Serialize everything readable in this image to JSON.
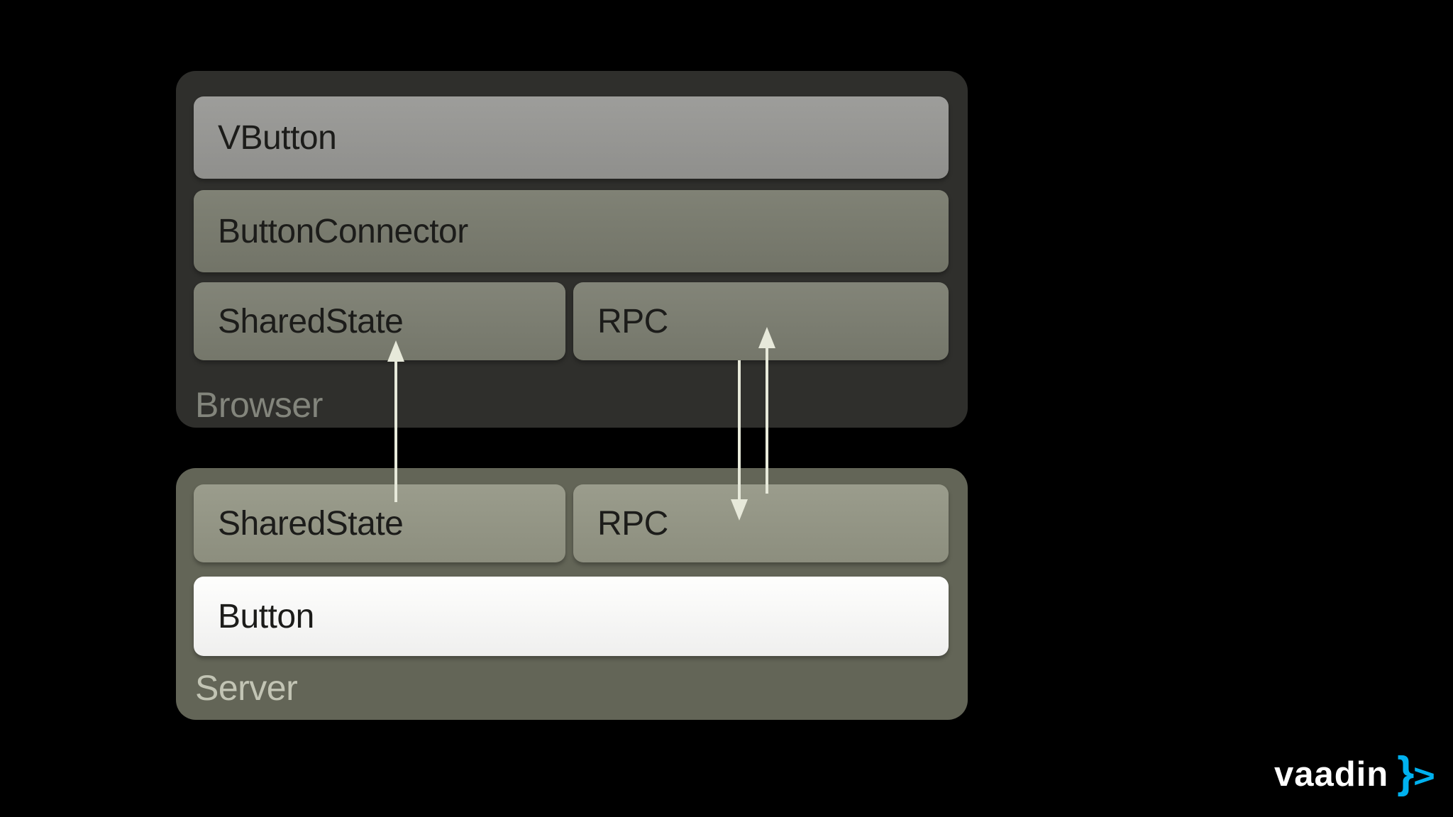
{
  "slide": {
    "browser": {
      "label": "Browser",
      "vbutton": "VButton",
      "connector": "ButtonConnector",
      "shared_state": "SharedState",
      "rpc": "RPC"
    },
    "server": {
      "label": "Server",
      "shared_state": "SharedState",
      "rpc": "RPC",
      "button": "Button"
    },
    "arrows": [
      {
        "name": "shared-state-up",
        "direction": "up",
        "from": "server SharedState",
        "to": "browser SharedState"
      },
      {
        "name": "rpc-down",
        "direction": "down",
        "from": "browser RPC",
        "to": "server RPC"
      },
      {
        "name": "rpc-up",
        "direction": "up",
        "from": "server RPC",
        "to": "browser RPC"
      }
    ]
  },
  "logo": {
    "wordmark": "vaadin",
    "brace": "}",
    "chevron": ">"
  },
  "colors": {
    "background": "#000000",
    "browser_panel": "#2f2f2c",
    "server_panel": "#636557",
    "vbutton_bar": "#989895",
    "connector_bar": "#797b6e",
    "browser_box": "#7c7e71",
    "server_box": "#959786",
    "button_bar": "#fefefd",
    "box_text": "#1c1c1a",
    "browser_label": "#83857c",
    "server_label": "#c2c4b4",
    "arrow": "#e7e9da",
    "vaadin_blue": "#00b1ef",
    "vaadin_white": "#ffffff"
  }
}
